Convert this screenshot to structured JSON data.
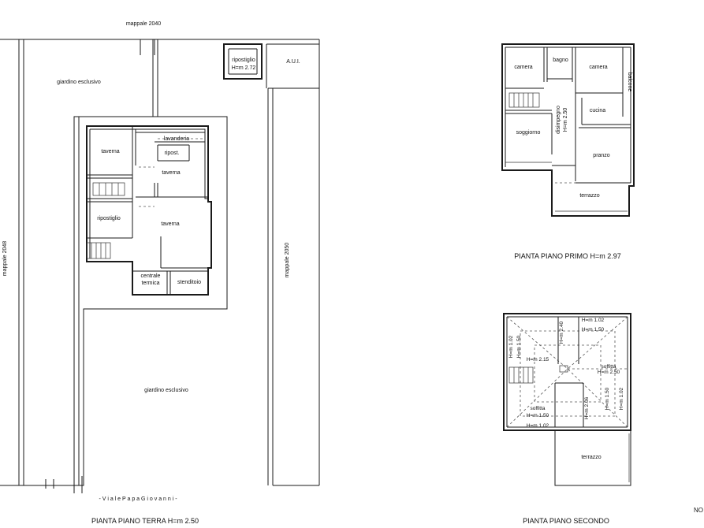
{
  "ground_floor": {
    "title": "PIANTA PIANO TERRA  H=m 2.50",
    "street": "- V i a l e   P a p a   G i o v a n n i -",
    "mappale_top": "mappale 2040",
    "mappale_left": "mappale 2048",
    "mappale_right": "mappale 2050",
    "garden_top": "giardino esclusivo",
    "garden_bottom": "giardino esclusivo",
    "ripostiglio_ext": "ripostiglio",
    "ripostiglio_ext_h": "H=m 2.72",
    "aui": "A.U.I.",
    "rooms": {
      "taverna_1": "taverna",
      "lavanderia": "lavanderia",
      "ripost": "ripost.",
      "taverna_2": "taverna",
      "ripostiglio": "ripostiglio",
      "taverna_3": "taverna",
      "centrale_1": "centrale",
      "centrale_2": "termica",
      "stenditoio": "stenditoio"
    }
  },
  "first_floor": {
    "title": "PIANTA PIANO PRIMO  H=m 2.97",
    "rooms": {
      "camera_1": "camera",
      "bagno": "bagno",
      "camera_2": "camera",
      "balcone": "balcone",
      "disimpegno": "disimpegno",
      "disimpegno_h": "H=m 2.50",
      "cucina": "cucina",
      "soggiorno": "soggiorno",
      "pranzo": "pranzo",
      "terrazzo": "terrazzo"
    }
  },
  "second_floor": {
    "title": "PIANTA PIANO SECONDO",
    "labels": {
      "h102_top": "H=m 1.02",
      "h150_top": "H=m 1.50",
      "h240": "H=m 2.40",
      "h102_left": "H=m 1.02",
      "h150_left": "H=m 1.50",
      "h215": "H=m 2.15",
      "soffitta_r": "soffitta",
      "soffitta_r_h": "H=m 2.50",
      "h150_right": "H=m 1.50",
      "h102_right": "H=m 1.02",
      "h206": "H=m 2.06",
      "soffitta_l": "soffitta",
      "h150_bottom": "H=m 1.50",
      "h102_bottom": "H=m 1.02",
      "terrazzo": "terrazzo"
    }
  },
  "edge_text": "NO"
}
